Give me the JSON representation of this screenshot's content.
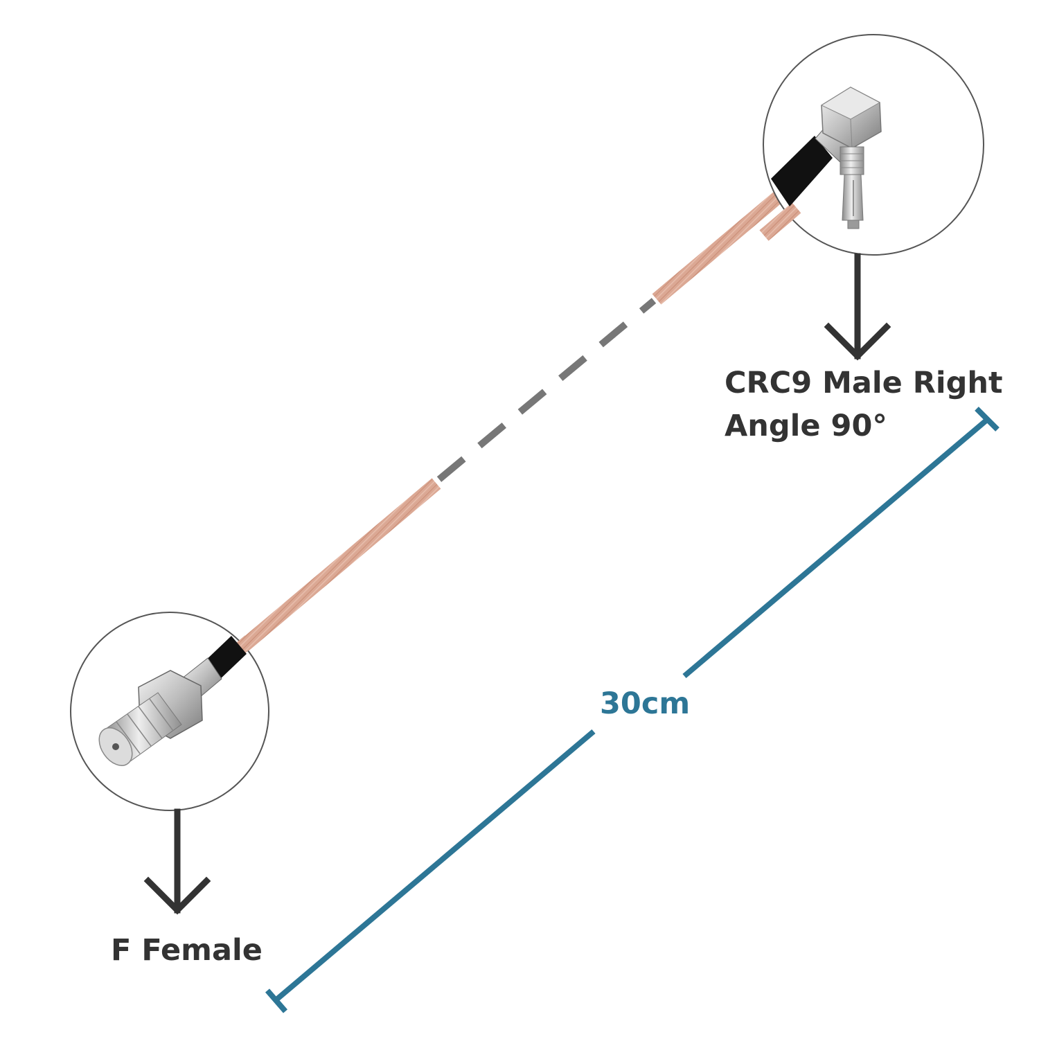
{
  "labels": {
    "top_connector_line1": "CRC9 Male Right",
    "top_connector_line2": "Angle 90°",
    "bottom_connector": "F Female",
    "cable_length": "30cm"
  },
  "colors": {
    "cable": "#d9a58f",
    "cable_dark": "#c68a74",
    "cable_break": "#777777",
    "measure_line": "#2d7696",
    "arrow": "#333333",
    "label_text": "#333333",
    "length_text": "#2d7696",
    "circle_border": "#555555",
    "metal": "#c9c9c9",
    "shrink_tube": "#111111"
  },
  "icons": {
    "top_detail": "crc9-right-angle-connector-icon",
    "bottom_detail": "f-female-bulkhead-connector-icon"
  }
}
